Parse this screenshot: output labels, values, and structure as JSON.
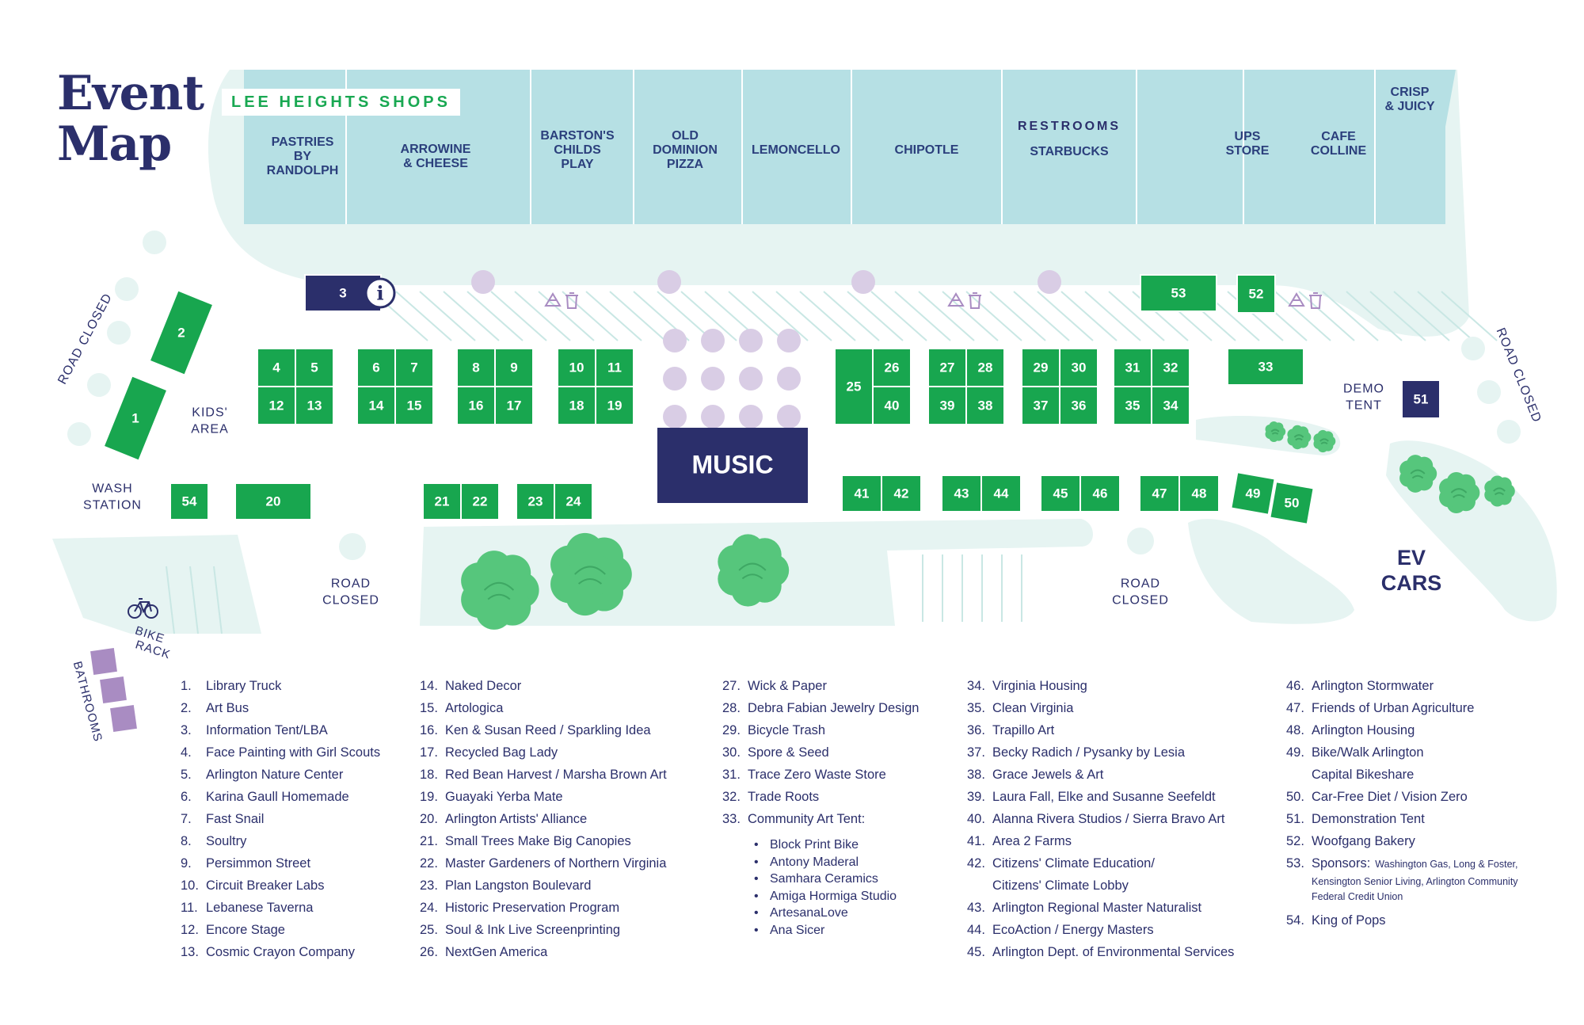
{
  "title": [
    "Event",
    "Map"
  ],
  "shops_label": "LEE HEIGHTS SHOPS",
  "colors": {
    "booth": "#18a64f",
    "booth_border": "#ffffff",
    "navy": "#2b2f6b",
    "shops": "#b6e0e4",
    "ground": "#e6f4f2",
    "lavender": "#d9cde5",
    "bathroom": "#a98cc2",
    "tree": "#56c67c"
  },
  "shops": [
    [
      "PASTRIES",
      "BY",
      "RANDOLPH"
    ],
    [
      "ARROWINE",
      "& CHEESE"
    ],
    [
      "BARSTON'S",
      "CHILDS",
      "PLAY"
    ],
    [
      "OLD",
      "DOMINION",
      "PIZZA"
    ],
    [
      "LEMONCELLO"
    ],
    [
      "CHIPOTLE"
    ],
    [
      "STARBUCKS"
    ],
    [
      "UPS",
      "STORE"
    ],
    [
      "CAFE",
      "COLLINE"
    ],
    [
      "CRISP",
      "& JUICY"
    ]
  ],
  "restrooms_label": "RESTROOMS",
  "booths": [
    "1",
    "2",
    "3",
    "4",
    "5",
    "6",
    "7",
    "8",
    "9",
    "10",
    "11",
    "12",
    "13",
    "14",
    "15",
    "16",
    "17",
    "18",
    "19",
    "20",
    "21",
    "22",
    "23",
    "24",
    "25",
    "26",
    "27",
    "28",
    "29",
    "30",
    "31",
    "32",
    "33",
    "34",
    "35",
    "36",
    "37",
    "38",
    "39",
    "40",
    "41",
    "42",
    "43",
    "44",
    "45",
    "46",
    "47",
    "48",
    "49",
    "50",
    "51",
    "52",
    "53",
    "54"
  ],
  "map_labels": {
    "music": "MUSIC",
    "kids_area": [
      "KIDS'",
      "AREA"
    ],
    "wash_station": [
      "WASH",
      "STATION"
    ],
    "road_closed": [
      "ROAD",
      "CLOSED"
    ],
    "road_closed_rot": "ROAD CLOSED",
    "demo_tent": [
      "DEMO",
      "TENT"
    ],
    "ev_cars": [
      "EV",
      "CARS"
    ],
    "bike_rack": [
      "BIKE",
      "RACK"
    ],
    "bathrooms": "BATHROOMS",
    "info": "i"
  },
  "icons": [
    "info-icon",
    "recycle-icon",
    "trash-icon",
    "bike-icon",
    "tree-icon"
  ],
  "legend": [
    [
      {
        "n": "1.",
        "t": "Library Truck"
      },
      {
        "n": "2.",
        "t": "Art Bus"
      },
      {
        "n": "3.",
        "t": "Information Tent/LBA"
      },
      {
        "n": "4.",
        "t": "Face Painting with Girl Scouts"
      },
      {
        "n": "5.",
        "t": "Arlington Nature Center"
      },
      {
        "n": "6.",
        "t": "Karina Gaull Homemade"
      },
      {
        "n": "7.",
        "t": "Fast Snail"
      },
      {
        "n": "8.",
        "t": "Soultry"
      },
      {
        "n": "9.",
        "t": "Persimmon Street"
      },
      {
        "n": "10.",
        "t": "Circuit Breaker Labs"
      },
      {
        "n": "11.",
        "t": "Lebanese Taverna"
      },
      {
        "n": "12.",
        "t": "Encore Stage"
      },
      {
        "n": "13.",
        "t": "Cosmic Crayon Company"
      }
    ],
    [
      {
        "n": "14.",
        "t": "Naked Decor"
      },
      {
        "n": "15.",
        "t": "Artologica"
      },
      {
        "n": "16.",
        "t": "Ken & Susan Reed / Sparkling Idea"
      },
      {
        "n": "17.",
        "t": "Recycled Bag Lady"
      },
      {
        "n": "18.",
        "t": "Red Bean Harvest / Marsha Brown Art"
      },
      {
        "n": "19.",
        "t": "Guayaki Yerba Mate"
      },
      {
        "n": "20.",
        "t": "Arlington Artists' Alliance"
      },
      {
        "n": "21.",
        "t": "Small Trees Make Big Canopies"
      },
      {
        "n": "22.",
        "t": "Master Gardeners of Northern Virginia"
      },
      {
        "n": "23.",
        "t": "Plan Langston Boulevard"
      },
      {
        "n": "24.",
        "t": "Historic Preservation Program"
      },
      {
        "n": "25.",
        "t": "Soul & Ink Live Screenprinting"
      },
      {
        "n": "26.",
        "t": "NextGen America"
      }
    ],
    [
      {
        "n": "27.",
        "t": "Wick & Paper"
      },
      {
        "n": "28.",
        "t": "Debra Fabian Jewelry Design"
      },
      {
        "n": "29.",
        "t": "Bicycle Trash"
      },
      {
        "n": "30.",
        "t": "Spore & Seed"
      },
      {
        "n": "31.",
        "t": "Trace Zero Waste Store"
      },
      {
        "n": "32.",
        "t": "Trade Roots"
      },
      {
        "n": "33.",
        "t": "Community Art Tent:",
        "subs": [
          "Block Print Bike",
          "Antony Maderal",
          "Samhara Ceramics",
          "Amiga Hormiga Studio",
          "ArtesanaLove",
          "Ana Sicer"
        ]
      }
    ],
    [
      {
        "n": "34.",
        "t": "Virginia Housing"
      },
      {
        "n": "35.",
        "t": "Clean Virginia"
      },
      {
        "n": "36.",
        "t": "Trapillo Art"
      },
      {
        "n": "37.",
        "t": "Becky Radich / Pysanky by Lesia"
      },
      {
        "n": "38.",
        "t": "Grace Jewels & Art"
      },
      {
        "n": "39.",
        "t": "Laura Fall, Elke and Susanne Seefeldt"
      },
      {
        "n": "40.",
        "t": "Alanna Rivera Studios / Sierra Bravo Art"
      },
      {
        "n": "41.",
        "t": "Area 2 Farms"
      },
      {
        "n": "42.",
        "t": "Citizens' Climate Education/",
        "cont": [
          "Citizens' Climate Lobby"
        ]
      },
      {
        "n": "43.",
        "t": "Arlington Regional Master Naturalist"
      },
      {
        "n": "44.",
        "t": "EcoAction / Energy Masters"
      },
      {
        "n": "45.",
        "t": "Arlington Dept. of Environmental Services"
      }
    ],
    [
      {
        "n": "46.",
        "t": "Arlington Stormwater"
      },
      {
        "n": "47.",
        "t": "Friends of Urban Agriculture"
      },
      {
        "n": "48.",
        "t": "Arlington Housing"
      },
      {
        "n": "49.",
        "t": "Bike/Walk Arlington",
        "cont": [
          "Capital Bikeshare"
        ]
      },
      {
        "n": "50.",
        "t": "Car-Free Diet / Vision Zero"
      },
      {
        "n": "51.",
        "t": "Demonstration Tent"
      },
      {
        "n": "52.",
        "t": "Woofgang Bakery"
      },
      {
        "n": "53.",
        "t": "Sponsors:",
        "small": "Washington Gas, Long & Foster,",
        "small_cont": [
          "Kensington Senior Living, Arlington Community",
          "Federal Credit Union"
        ]
      },
      {
        "n": "54.",
        "t": "King of Pops"
      }
    ]
  ]
}
